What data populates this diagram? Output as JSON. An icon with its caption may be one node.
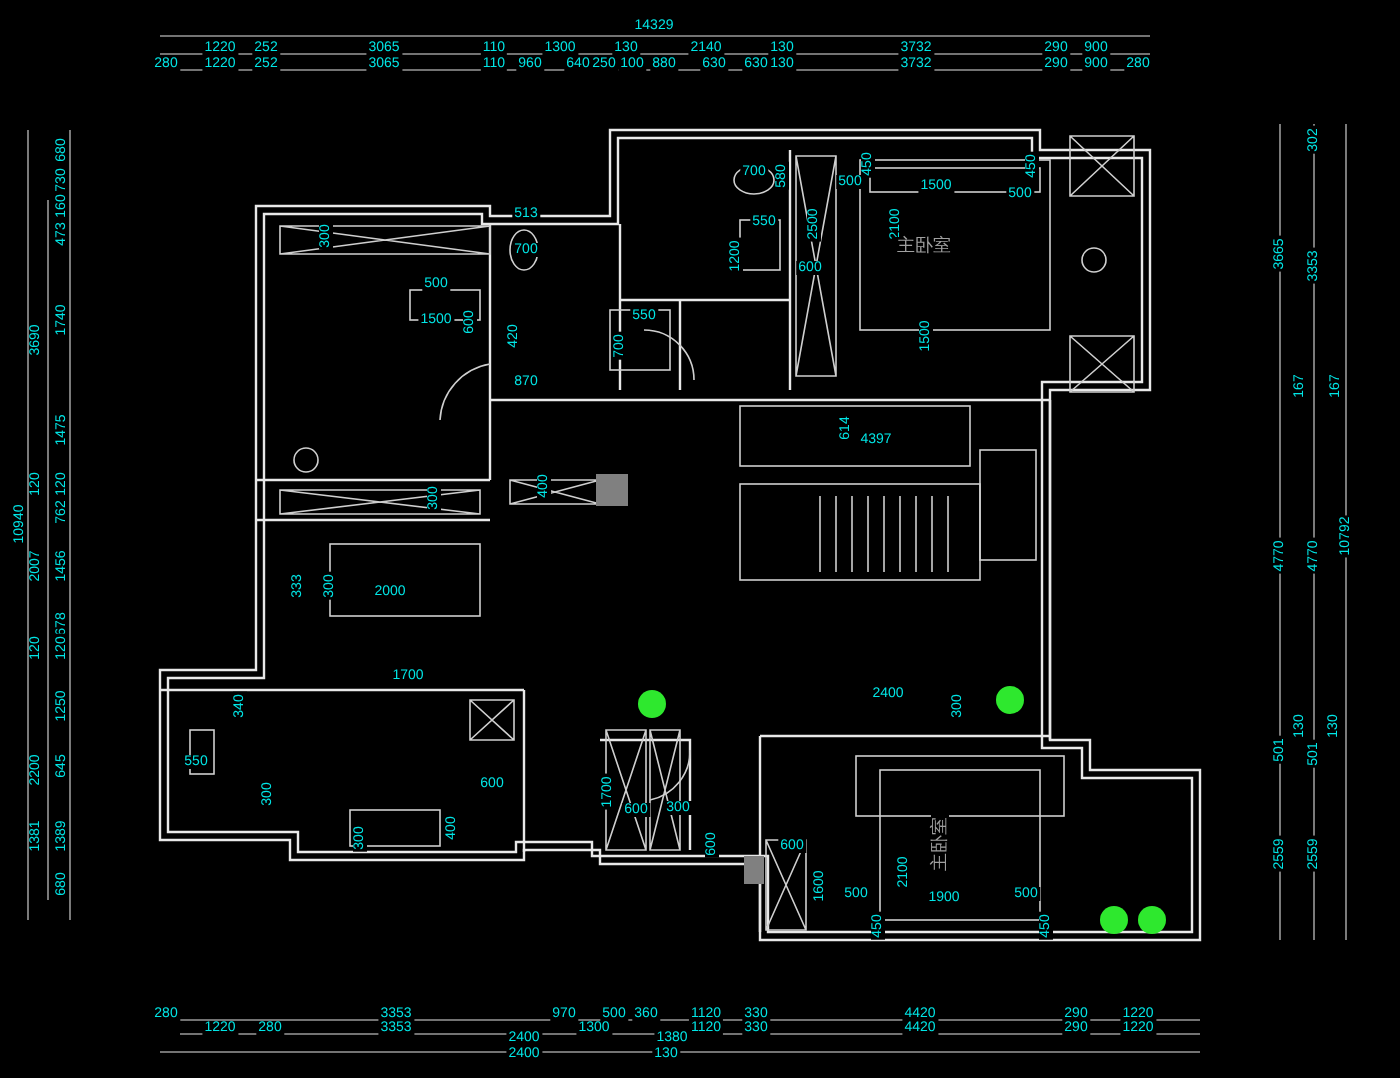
{
  "diagram": {
    "labels": [
      "14329",
      "1220",
      "252",
      "3065",
      "110",
      "1300",
      "130",
      "2140",
      "130",
      "3732",
      "290",
      "900",
      "280",
      "1220",
      "252",
      "3065",
      "110",
      "960",
      "640",
      "250",
      "100",
      "880",
      "630",
      "630",
      "130",
      "3732",
      "290",
      "900",
      "280",
      "10940",
      "3690",
      "120",
      "2007",
      "120",
      "2200",
      "1381",
      "680",
      "730",
      "160",
      "473",
      "1740",
      "1475",
      "120",
      "762",
      "1456",
      "678",
      "120",
      "1250",
      "645",
      "1389",
      "680",
      "3665",
      "167",
      "4770",
      "130",
      "501",
      "2559",
      "302",
      "3353",
      "167",
      "4770",
      "130",
      "501",
      "2559",
      "10792",
      "300",
      "513",
      "700",
      "500",
      "1500",
      "600",
      "420",
      "870",
      "550",
      "700",
      "700",
      "580",
      "550",
      "1200",
      "2500",
      "600",
      "500",
      "450",
      "1500",
      "450",
      "500",
      "2100",
      "主卧室",
      "1500",
      "614",
      "4397",
      "400",
      "300",
      "333",
      "300",
      "2000",
      "1700",
      "340",
      "550",
      "300",
      "600",
      "300",
      "400",
      "2400",
      "300",
      "1700",
      "600",
      "300",
      "600",
      "600",
      "1600",
      "2100",
      "主卧室",
      "500",
      "1900",
      "500",
      "450",
      "450",
      "280",
      "3353",
      "970",
      "500",
      "360",
      "1120",
      "330",
      "4420",
      "290",
      "1220",
      "1220",
      "280",
      "3353",
      "1300",
      "1120",
      "330",
      "4420",
      "290",
      "1220",
      "2400",
      "1380",
      "2400",
      "130"
    ]
  }
}
